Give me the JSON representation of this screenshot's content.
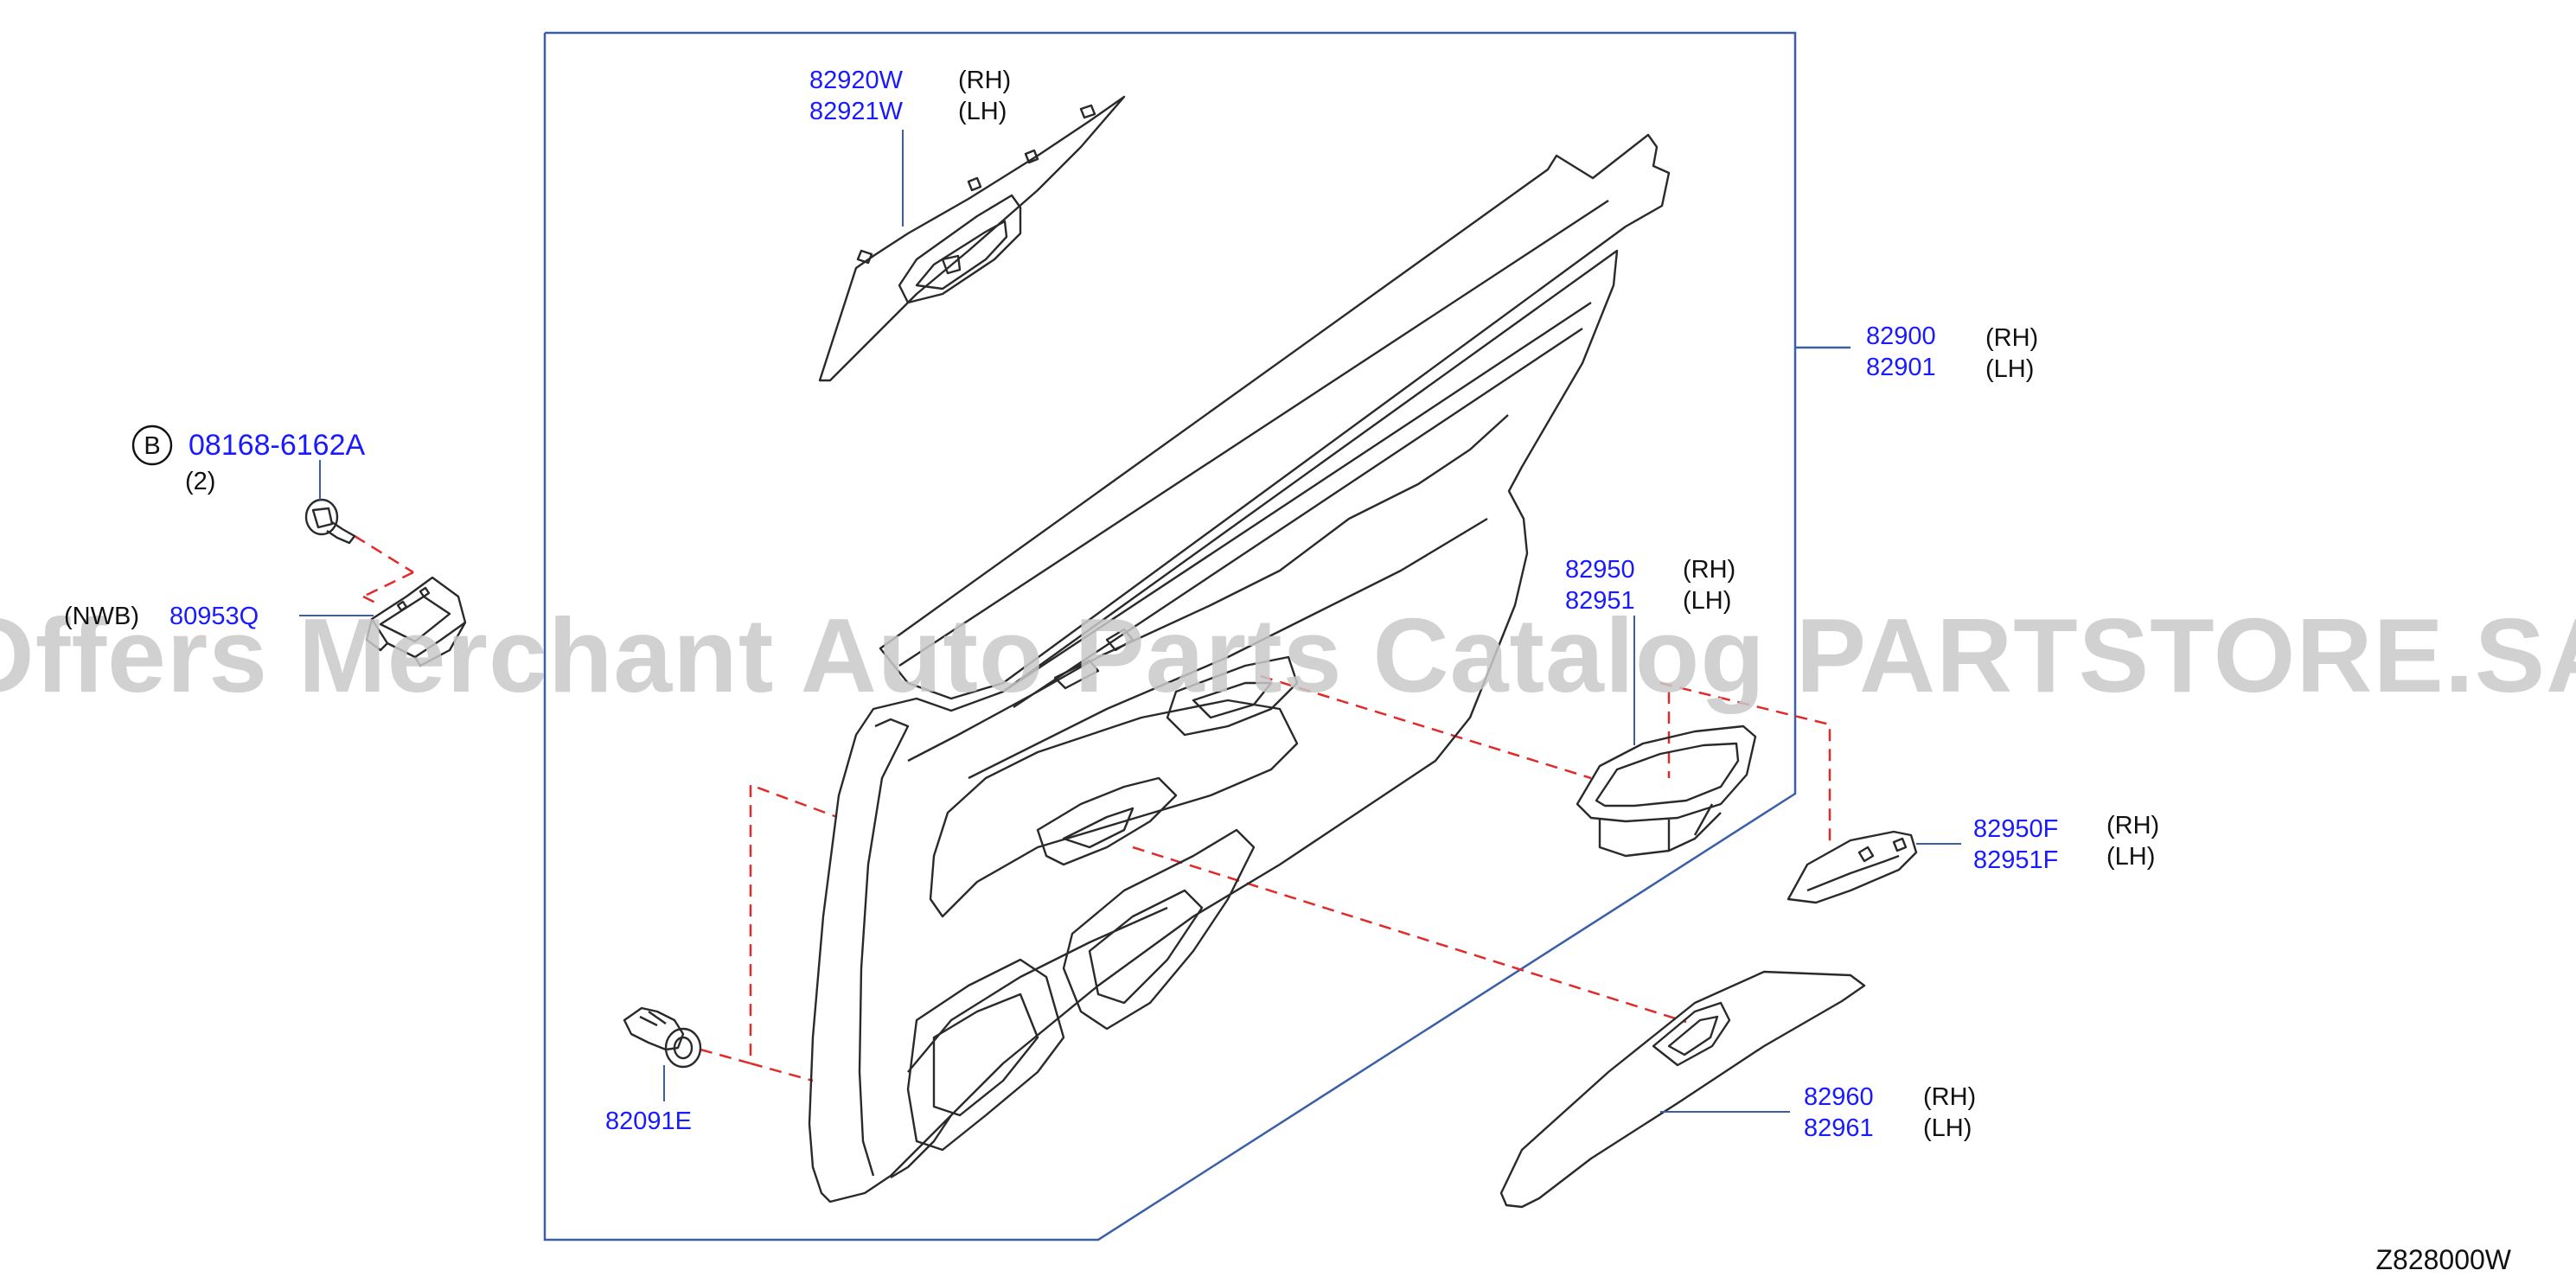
{
  "diagram_code": "Z828000W",
  "watermark": "Offers Merchant Auto Parts Catalog PARTSTORE.SA",
  "colors": {
    "link": "#1a1aff",
    "text": "#111111",
    "outline": "#2a2a2a",
    "frame": "#3a5ea8",
    "dashed": "#e02b2b",
    "watermark": "#c9c9c9"
  },
  "parts": {
    "p82920W": {
      "number": "82920W",
      "side": "(RH)"
    },
    "p82921W": {
      "number": "82921W",
      "side": "(LH)"
    },
    "p82900": {
      "number": "82900",
      "side": "(RH)"
    },
    "p82901": {
      "number": "82901",
      "side": "(LH)"
    },
    "p08168": {
      "marker": "B",
      "number": "08168-6162A",
      "qty": "(2)"
    },
    "p80953Q": {
      "number": "80953Q",
      "variant": "(NWB)"
    },
    "p82950": {
      "number": "82950",
      "side": "(RH)"
    },
    "p82951": {
      "number": "82951",
      "side": "(LH)"
    },
    "p82950F": {
      "number": "82950F",
      "side": "(RH)"
    },
    "p82951F": {
      "number": "82951F",
      "side": "(LH)"
    },
    "p82960": {
      "number": "82960",
      "side": "(RH)"
    },
    "p82961": {
      "number": "82961",
      "side": "(LH)"
    },
    "p82091E": {
      "number": "82091E"
    }
  }
}
